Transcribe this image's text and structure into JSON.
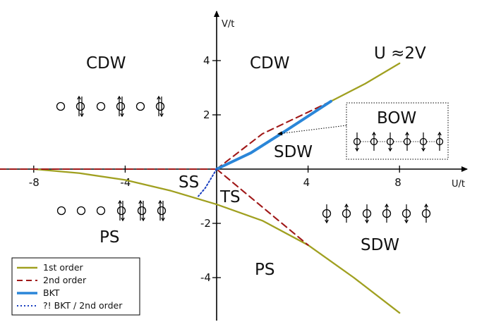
{
  "axes": {
    "x_label": "U/t",
    "y_label": "V/t"
  },
  "x_ticks": [
    {
      "value": -8,
      "label": "-8"
    },
    {
      "value": -4,
      "label": "-4"
    },
    {
      "value": 4,
      "label": "4"
    },
    {
      "value": 8,
      "label": "8"
    }
  ],
  "y_ticks": [
    {
      "value": 4,
      "label": "4"
    },
    {
      "value": 2,
      "label": "2"
    },
    {
      "value": -2,
      "label": "-2"
    },
    {
      "value": -4,
      "label": "-4"
    }
  ],
  "regions": {
    "cdw_left": "CDW",
    "cdw_right": "CDW",
    "line_label": "U ≈2V",
    "sdw_upper": "SDW",
    "bow": "BOW",
    "ss": "SS",
    "ts": "TS",
    "ps_left": "PS",
    "sdw_lower": "SDW",
    "ps_lower": "PS"
  },
  "colors": {
    "first_order": "#a0a020",
    "second_order": "#a01818",
    "bkt": "#2a86d8",
    "bkt_2nd": "#1a3fc0"
  },
  "legend": {
    "first_order": "1st order",
    "second_order": "2nd order",
    "bkt": "BKT",
    "bkt_2nd": "?! BKT / 2nd order"
  },
  "chart_data": {
    "type": "phase diagram",
    "xlim": [
      -9.5,
      10.6
    ],
    "ylim": [
      -5.3,
      5.5
    ],
    "series": [
      {
        "name": "1st order",
        "style": "solid",
        "points": [
          [
            -8,
            0.0
          ],
          [
            -6,
            -0.15
          ],
          [
            -4,
            -0.4
          ],
          [
            -2,
            -0.8
          ],
          [
            0,
            -1.3
          ],
          [
            2,
            -1.9
          ],
          [
            4,
            -2.8
          ],
          [
            6,
            -4.0
          ],
          [
            8,
            -5.3
          ]
        ]
      },
      {
        "name": "1st order",
        "style": "solid",
        "points": [
          [
            5,
            2.5
          ],
          [
            6.5,
            3.15
          ],
          [
            8,
            3.9
          ]
        ]
      },
      {
        "name": "2nd order",
        "style": "dashed",
        "points": [
          [
            -9.5,
            0
          ],
          [
            0,
            0
          ]
        ]
      },
      {
        "name": "2nd order",
        "style": "dashed",
        "points": [
          [
            0,
            0
          ],
          [
            2,
            1.3
          ],
          [
            4,
            2.1
          ],
          [
            5,
            2.5
          ]
        ]
      },
      {
        "name": "2nd order",
        "style": "dashed",
        "points": [
          [
            0,
            0
          ],
          [
            4,
            -2.8
          ]
        ]
      },
      {
        "name": "BKT",
        "style": "solid",
        "points": [
          [
            0,
            0
          ],
          [
            1.5,
            0.6
          ],
          [
            3,
            1.4
          ],
          [
            5,
            2.5
          ]
        ]
      },
      {
        "name": "?! BKT / 2nd order",
        "style": "dotted",
        "points": [
          [
            0,
            0
          ],
          [
            -0.5,
            -0.7
          ],
          [
            -0.8,
            -1.0
          ]
        ]
      }
    ]
  }
}
